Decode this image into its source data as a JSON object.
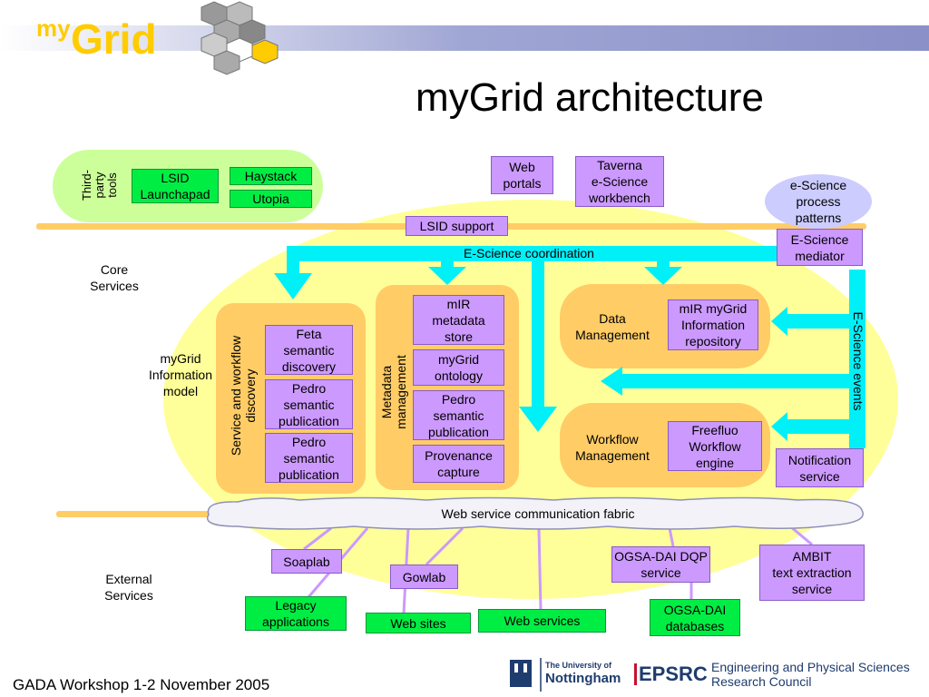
{
  "header": {
    "logo_my": "my",
    "logo_grid": "Grid",
    "title": "myGrid architecture"
  },
  "third_party": {
    "label": "Third-\nparty\ntools",
    "lsid_launchpad": "LSID\nLaunchapad",
    "haystack": "Haystack",
    "utopia": "Utopia"
  },
  "top": {
    "web_portals": "Web\nportals",
    "taverna": "Taverna\ne-Science\nworkbench",
    "process_patterns": "e-Science\nprocess\npatterns",
    "lsid_support": "LSID support",
    "coordination": "E-Science coordination",
    "mediator": "E-Science\nmediator",
    "events": "E-Science events"
  },
  "core": {
    "label": "Core\nServices",
    "info_model": "myGrid\nInformation\nmodel",
    "discovery": {
      "title": "Service and workflow\ndiscovery",
      "items": [
        "Feta\nsemantic\ndiscovery",
        "Pedro\nsemantic\npublication",
        "Pedro\nsemantic\npublication"
      ]
    },
    "metadata": {
      "title": "Metadata management",
      "items": [
        "mIR\nmetadata\nstore",
        "myGrid\nontology",
        "Pedro\nsemantic\npublication",
        "Provenance\ncapture"
      ]
    },
    "data_mgmt": {
      "title": "Data\nManagement",
      "item": "mIR myGrid\nInformation\nrepository"
    },
    "workflow_mgmt": {
      "title": "Workflow\nManagement",
      "item": "Freefluo\nWorkflow\nengine"
    },
    "notification": "Notification\nservice"
  },
  "fabric": {
    "label": "Web service communication fabric"
  },
  "external": {
    "label": "External\nServices",
    "soaplab": "Soaplab",
    "gowlab": "Gowlab",
    "legacy": "Legacy\napplications",
    "web_sites": "Web sites",
    "web_services": "Web services",
    "dqp": "OGSA-DAI DQP\nservice",
    "ogsa_db": "OGSA-DAI\ndatabases",
    "ambit": "AMBIT\ntext extraction\nservice"
  },
  "footer": {
    "event": "GADA Workshop 1-2 November 2005",
    "uni_small": "The University of",
    "uni_name": "Nottingham",
    "epsrc": "EPSRC",
    "epsrc_full": "Engineering and Physical Sciences\nResearch Council"
  },
  "colors": {
    "cyan": "#00f0f8",
    "purple": "#cc99ff",
    "green": "#00ee44",
    "orange": "#ffcc66",
    "yellow_bg": "#ffff99",
    "light_green": "#ccff99"
  }
}
